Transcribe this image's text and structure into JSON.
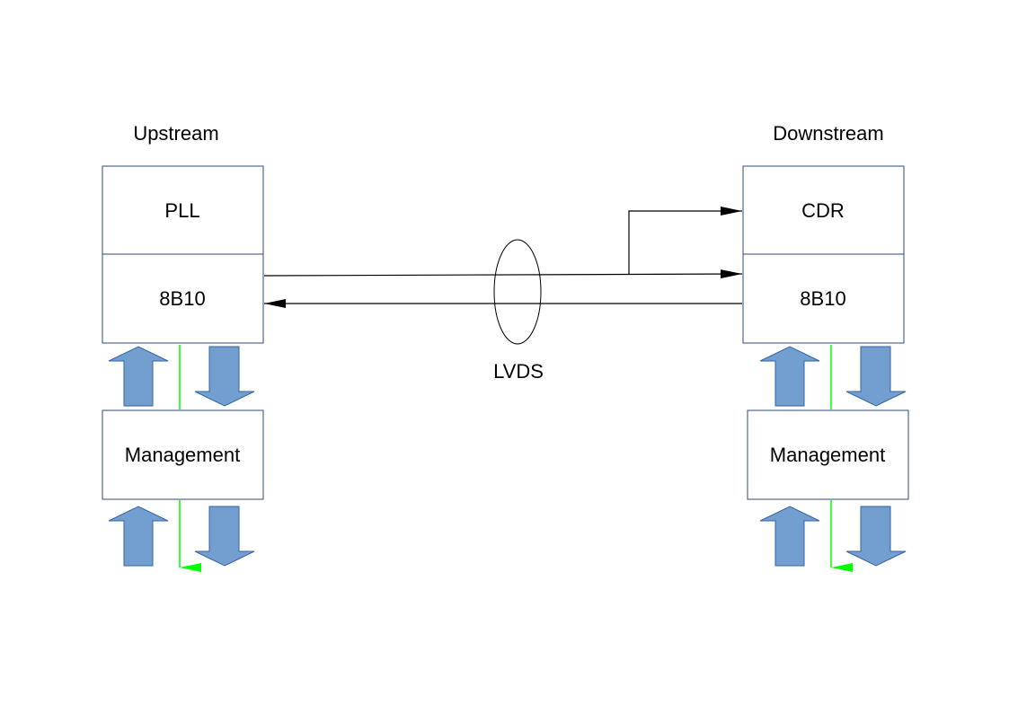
{
  "upstream": {
    "title": "Upstream",
    "pll_label": "PLL",
    "codec_label": "8B10",
    "management_label": "Management"
  },
  "downstream": {
    "title": "Downstream",
    "cdr_label": "CDR",
    "codec_label": "8B10",
    "management_label": "Management"
  },
  "link": {
    "label": "LVDS"
  },
  "colors": {
    "box_border": "#2e4a7a",
    "block_arrow_fill": "#729fcf",
    "block_arrow_stroke": "#3465a4",
    "signal_line": "#00ff00",
    "link_line": "#000000"
  }
}
